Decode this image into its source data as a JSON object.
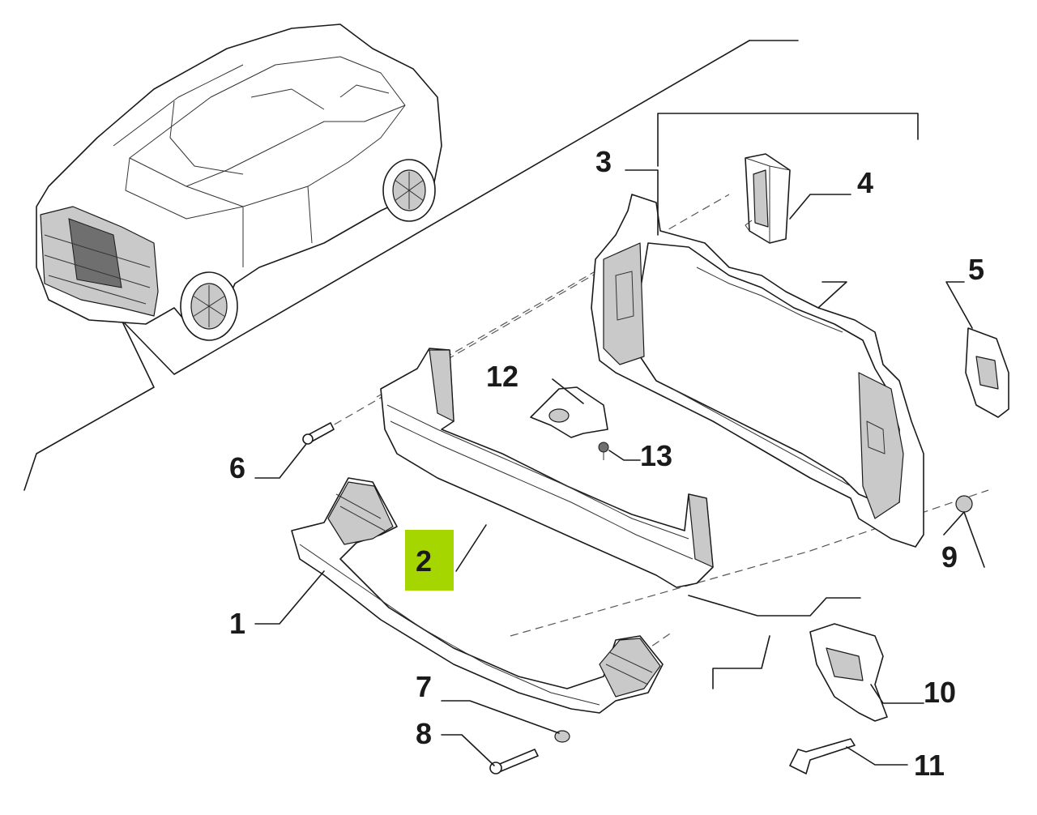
{
  "callouts": [
    {
      "id": "1",
      "label": "1"
    },
    {
      "id": "2",
      "label": "2"
    },
    {
      "id": "3",
      "label": "3"
    },
    {
      "id": "4",
      "label": "4"
    },
    {
      "id": "5",
      "label": "5"
    },
    {
      "id": "6",
      "label": "6"
    },
    {
      "id": "7",
      "label": "7"
    },
    {
      "id": "8",
      "label": "8"
    },
    {
      "id": "9",
      "label": "9"
    },
    {
      "id": "10",
      "label": "10"
    },
    {
      "id": "11",
      "label": "11"
    },
    {
      "id": "12",
      "label": "12"
    },
    {
      "id": "13",
      "label": "13"
    }
  ],
  "highlight": {
    "callout": "2",
    "color": "#a6d600"
  }
}
